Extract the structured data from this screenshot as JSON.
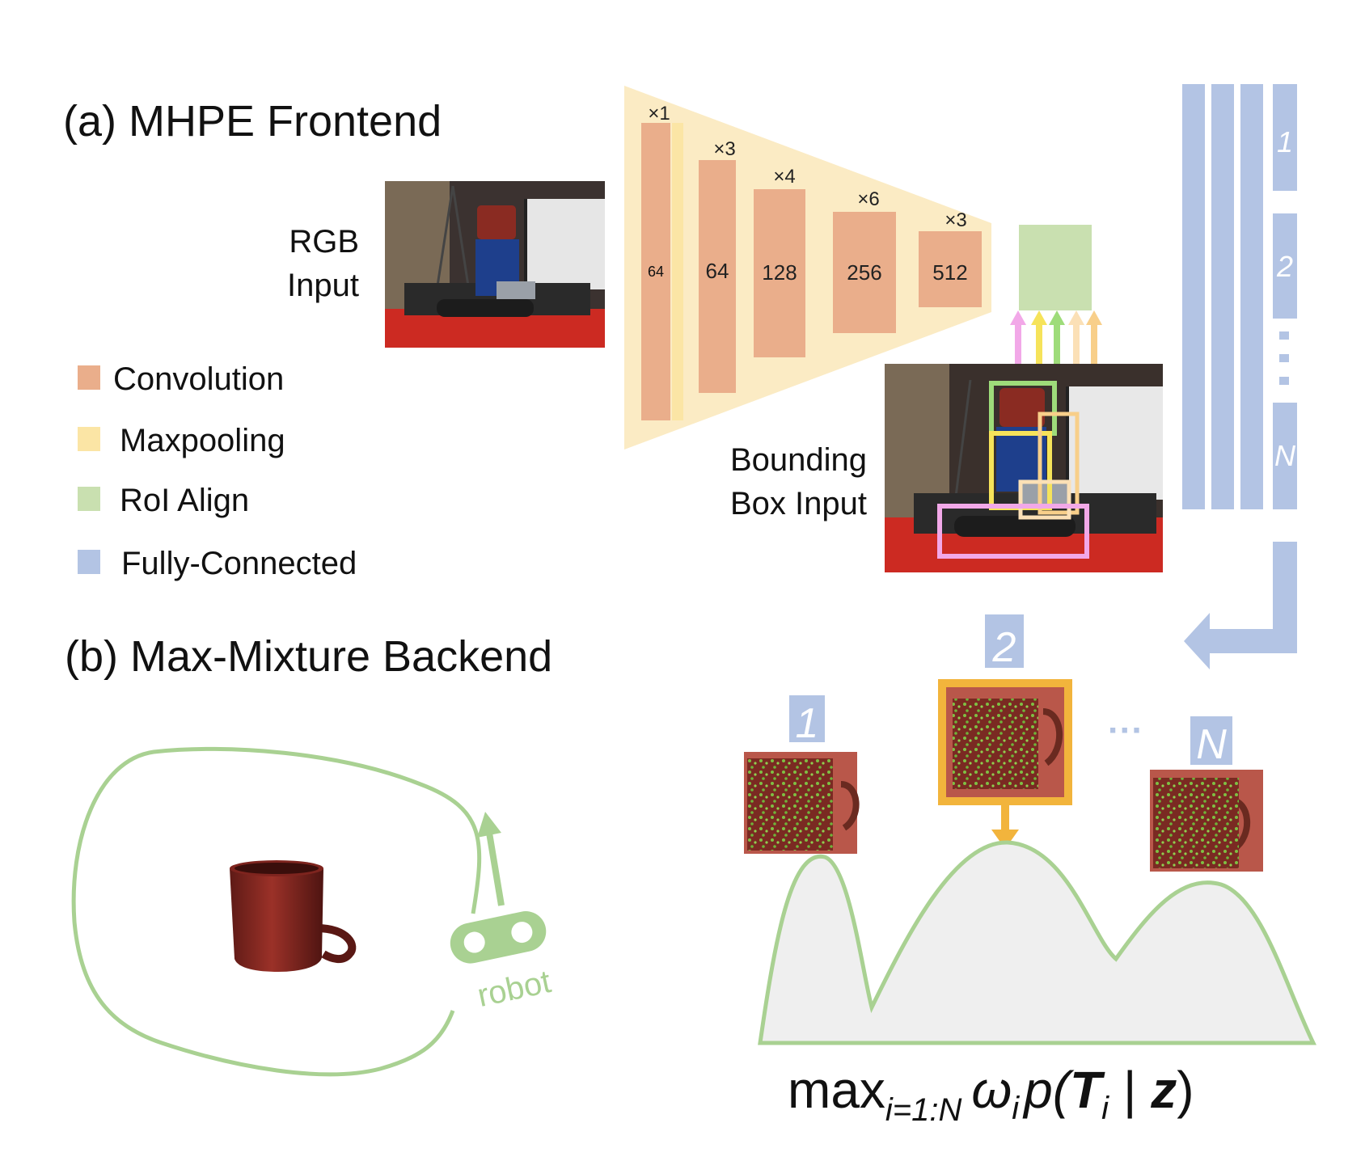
{
  "frontend": {
    "title": "(a) MHPE Frontend",
    "rgb_label_line1": "RGB",
    "rgb_label_line2": "Input",
    "bbox_label_line1": "Bounding",
    "bbox_label_line2": "Box Input",
    "conv_blocks": [
      {
        "mult": "×1",
        "channels": "64"
      },
      {
        "mult": "×3",
        "channels": "64"
      },
      {
        "mult": "×4",
        "channels": "128"
      },
      {
        "mult": "×6",
        "channels": "256"
      },
      {
        "mult": "×3",
        "channels": "512"
      }
    ],
    "fc_outputs": [
      "1",
      "2",
      "N"
    ]
  },
  "legend": [
    {
      "label": "Convolution",
      "color": "#eaae8b"
    },
    {
      "label": "Maxpooling",
      "color": "#fbe5a5"
    },
    {
      "label": "RoI Align",
      "color": "#c9e0b0"
    },
    {
      "label": "Fully-Connected",
      "color": "#b3c4e4"
    }
  ],
  "backend": {
    "title": "(b) Max-Mixture Backend",
    "robot_label": "robot",
    "hypotheses": [
      "1",
      "2",
      "N"
    ],
    "dots": "···",
    "formula": {
      "max": "max",
      "sub": "i=1:N",
      "omega": "ω",
      "omega_sub": "i",
      "p": "p(",
      "T": "T",
      "T_sub": "i",
      "bar": " | ",
      "z": "z",
      "close": ")"
    }
  },
  "colors": {
    "conv": "#eaae8b",
    "maxpool": "#fbe5a5",
    "funnel": "#fbebc4",
    "roi": "#c9e0b0",
    "fc": "#b3c4e4",
    "curve": "#a9d192",
    "selected": "#f2b43c"
  }
}
